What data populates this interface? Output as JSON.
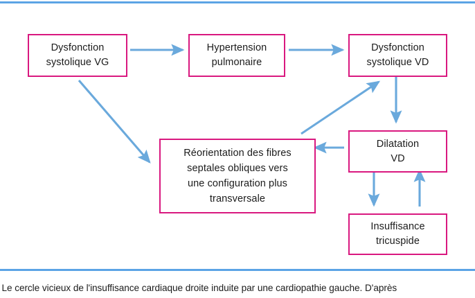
{
  "figure": {
    "type": "flowchart",
    "title_caption": ": Le cercle vicieux de l'insuffisance cardiaque droite induite par une cardiopathie gauche. D'après",
    "colors": {
      "node_border": "#d9187f",
      "arrow": "#6aa9dc",
      "rule": "#5ba4e5",
      "text": "#1b1b1b",
      "background": "#ffffff"
    },
    "nodes": [
      {
        "id": "dysfonction-vg",
        "label": "Dysfonction\nsystolique VG"
      },
      {
        "id": "hypertension",
        "label": "Hypertension\npulmonaire"
      },
      {
        "id": "dysfonction-vd",
        "label": "Dysfonction\nsystolique VD"
      },
      {
        "id": "reorientation",
        "label": "Réorientation des fibres\nseptales obliques vers\nune configuration plus\ntransversale"
      },
      {
        "id": "dilatation-vd",
        "label": "Dilatation\nVD"
      },
      {
        "id": "insuffisance",
        "label": "Insuffisance\ntricuspide"
      }
    ],
    "edges": [
      {
        "id": "edge-vg-to-htp",
        "from": "dysfonction-vg",
        "to": "hypertension",
        "style": "straight-horizontal"
      },
      {
        "id": "edge-htp-to-vd",
        "from": "hypertension",
        "to": "dysfonction-vd",
        "style": "straight-horizontal"
      },
      {
        "id": "edge-vg-to-reorientation",
        "from": "dysfonction-vg",
        "to": "reorientation",
        "style": "diagonal-down-right"
      },
      {
        "id": "edge-vd-to-dilatation",
        "from": "dysfonction-vd",
        "to": "dilatation-vd",
        "style": "straight-vertical-down"
      },
      {
        "id": "edge-dilatation-to-reorientation",
        "from": "dilatation-vd",
        "to": "reorientation",
        "style": "straight-horizontal-left"
      },
      {
        "id": "edge-reorientation-to-vd",
        "from": "reorientation",
        "to": "dysfonction-vd",
        "style": "diagonal-up-right"
      },
      {
        "id": "edge-dilatation-to-insuffisance",
        "from": "dilatation-vd",
        "to": "insuffisance",
        "style": "straight-vertical-down"
      },
      {
        "id": "edge-insuffisance-to-dilatation",
        "from": "insuffisance",
        "to": "dilatation-vd",
        "style": "straight-vertical-up"
      }
    ]
  }
}
